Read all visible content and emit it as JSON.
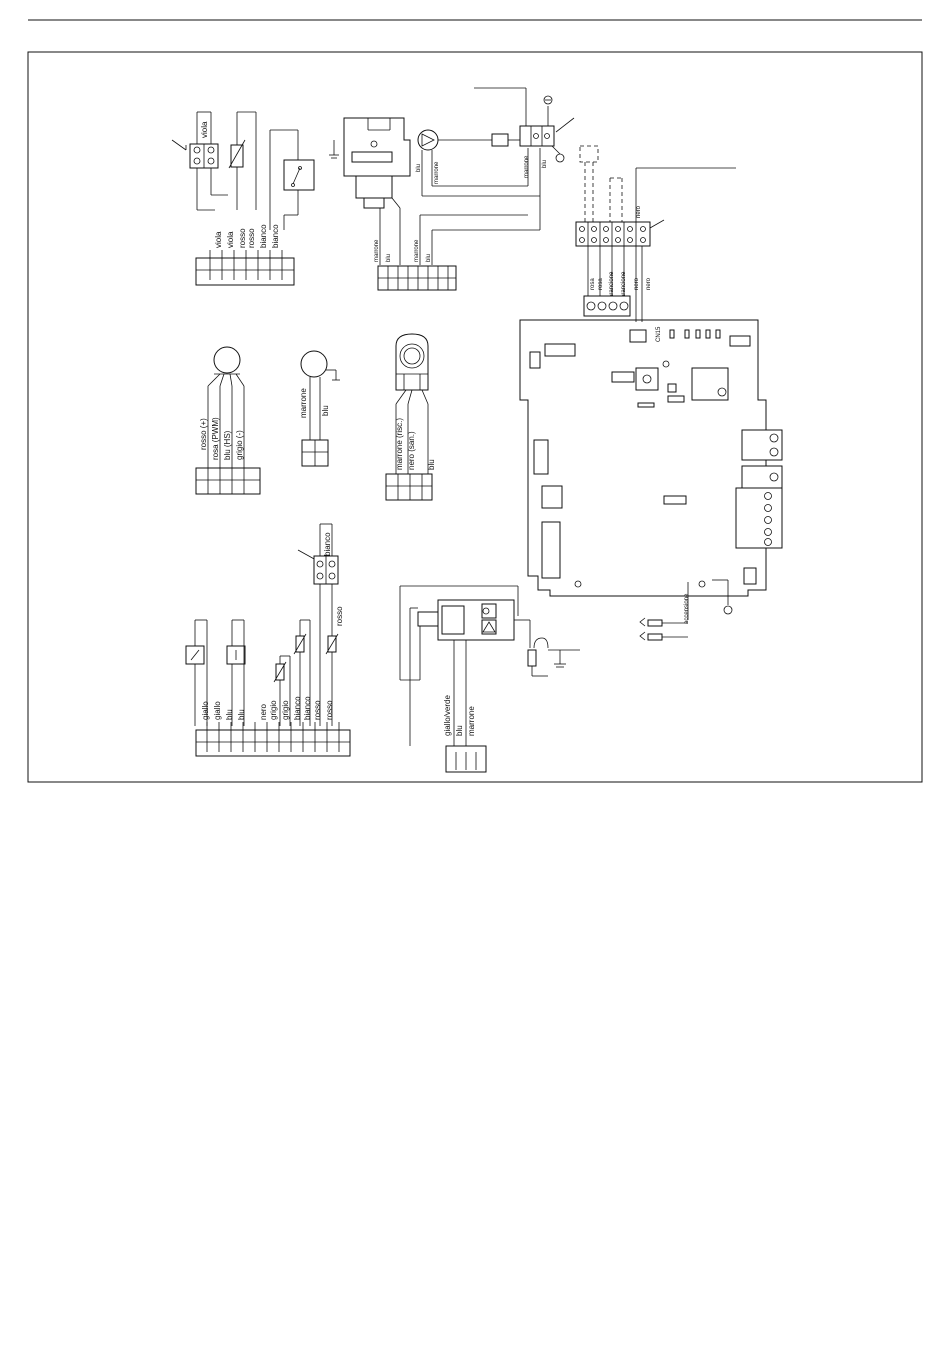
{
  "labels": {
    "viola_top": "viola",
    "hw_viola_1": "viola",
    "hw_viola_2": "viola",
    "hw_rosso_1": "rosso",
    "hw_rosso_2": "rosso",
    "hw_bianco_1": "bianco",
    "hw_bianco_2": "bianco",
    "pump_blu": "blu",
    "pump_marrone": "marrone",
    "pump_marrone_2": "marrone",
    "pump_blu_2": "blu",
    "valve_marrone": "marrone",
    "valve_blu": "blu",
    "valve_marrone_2": "marrone",
    "valve_blu_2": "blu",
    "term_nero": "nero",
    "term_rosa_1": "rosa",
    "term_rosa_2": "rosa",
    "term_arancione_1": "arancione",
    "term_arancione_2": "arancione",
    "term_nero_1": "nero",
    "term_nero_2": "nero",
    "fan_rosso": "rosso (+)",
    "fan_rosa": "rosa (PWM)",
    "fan_blu": "blu (HS)",
    "fan_grigio": "grigio (-)",
    "motor_marrone": "marrone",
    "motor_blu": "blu",
    "div_marrone": "marrone (risc.)",
    "div_nero": "nero (san.)",
    "div_blu": "blu",
    "sens_bianco": "bianco",
    "sens_rosso": "rosso",
    "bot_giallo_1": "giallo",
    "bot_giallo_2": "giallo",
    "bot_blu_1": "blu",
    "bot_blu_2": "blu",
    "bot_nero": "nero",
    "bot_grigio_1": "grigio",
    "bot_grigio_2": "grigio",
    "bot_bianco_1": "bianco",
    "bot_bianco_2": "bianco",
    "bot_rosso_1": "rosso",
    "bot_rosso_2": "rosso",
    "psu_gv": "giallo/verde",
    "psu_blu": "blu",
    "psu_marrone": "marrone",
    "board_cn15": "CN15",
    "board_accensione": "accensione"
  }
}
